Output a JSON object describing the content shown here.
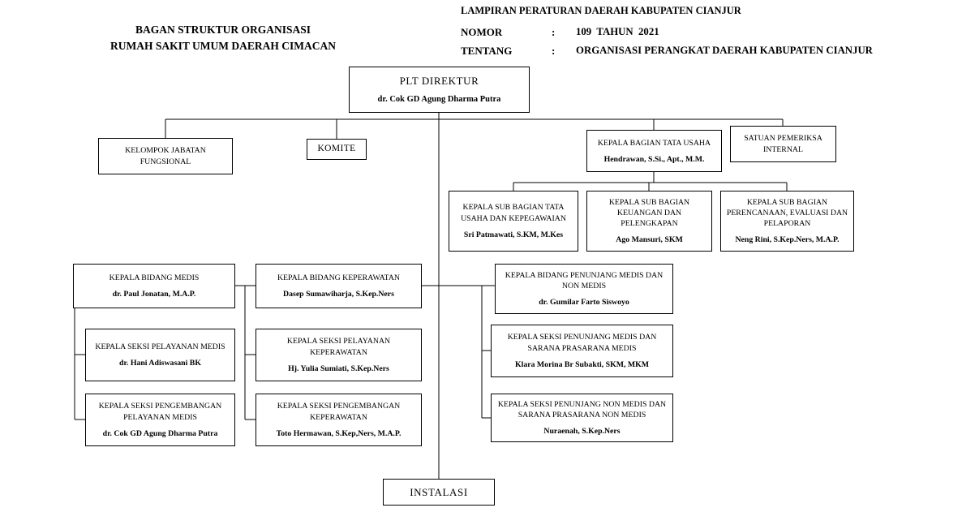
{
  "header": {
    "left_line1": "BAGAN STRUKTUR ORGANISASI",
    "left_line2": "RUMAH SAKIT UMUM DAERAH CIMACAN",
    "lampiran": "LAMPIRAN PERATURAN DAERAH KABUPATEN CIANJUR",
    "nomor_label": "NOMOR",
    "nomor_colon": ":",
    "nomor_value": "109  TAHUN  2021",
    "tentang_label": "TENTANG",
    "tentang_colon": ":",
    "tentang_value": "ORGANISASI PERANGKAT DAERAH KABUPATEN CIANJUR"
  },
  "boxes": {
    "plt_direktur": {
      "title": "PLT DIREKTUR",
      "name": "dr. Cok GD Agung Dharma  Putra"
    },
    "kelompok_jabatan": {
      "title": "KELOMPOK JABATAN FUNGSIONAL"
    },
    "komite": {
      "title": "KOMITE"
    },
    "kabag_tata_usaha": {
      "title": "KEPALA BAGIAN TATA USAHA",
      "name": "Hendrawan, S.Si., Apt., M.M."
    },
    "satuan_pemeriksa": {
      "title": "SATUAN PEMERIKSA INTERNAL"
    },
    "subbag_tu_kepegawaian": {
      "title": "KEPALA SUB BAGIAN TATA USAHA DAN KEPEGAWAIAN",
      "name": "Sri Patmawati, S.KM, M.Kes"
    },
    "subbag_keuangan": {
      "title": "KEPALA SUB BAGIAN KEUANGAN DAN PELENGKAPAN",
      "name": "Ago Mansuri, SKM"
    },
    "subbag_perencanaan": {
      "title": "KEPALA SUB BAGIAN PERENCANAAN, EVALUASI DAN PELAPORAN",
      "name": "Neng Rini, S.Kep.Ners, M.A.P."
    },
    "bidang_medis": {
      "title": "KEPALA BIDANG MEDIS",
      "name": "dr. Paul Jonatan, M.A.P."
    },
    "bidang_keperawatan": {
      "title": "KEPALA BIDANG KEPERAWATAN",
      "name": "Dasep Sumawiharja, S.Kep.Ners"
    },
    "bidang_penunjang": {
      "title": "KEPALA BIDANG PENUNJANG MEDIS DAN NON MEDIS",
      "name": "dr. Gumilar Farto Siswoyo"
    },
    "seksi_pelayanan_medis": {
      "title": "KEPALA SEKSI PELAYANAN MEDIS",
      "name": "dr. Hani Adiswasani BK"
    },
    "seksi_pelayanan_keperawatan": {
      "title": "KEPALA SEKSI PELAYANAN KEPERAWATAN",
      "name": "Hj. Yulia Sumiati, S.Kep.Ners"
    },
    "seksi_penunjang_medis": {
      "title": "KEPALA SEKSI PENUNJANG MEDIS DAN SARANA PRASARANA MEDIS",
      "name": "Klara Morina Br Subakti, SKM, MKM"
    },
    "seksi_pengembangan_medis": {
      "title": "KEPALA SEKSI PENGEMBANGAN PELAYANAN MEDIS",
      "name": "dr. Cok GD Agung Dharma  Putra"
    },
    "seksi_pengembangan_keperawatan": {
      "title": "KEPALA SEKSI PENGEMBANGAN KEPERAWATAN",
      "name": "Toto Hermawan, S.Kep,Ners, M.A.P."
    },
    "seksi_penunjang_non_medis": {
      "title": "KEPALA SEKSI PENUNJANG NON MEDIS DAN SARANA PRASARANA NON MEDIS",
      "name": "Nuraenah, S.Kep.Ners"
    },
    "instalasi": {
      "title": "INSTALASI"
    }
  }
}
